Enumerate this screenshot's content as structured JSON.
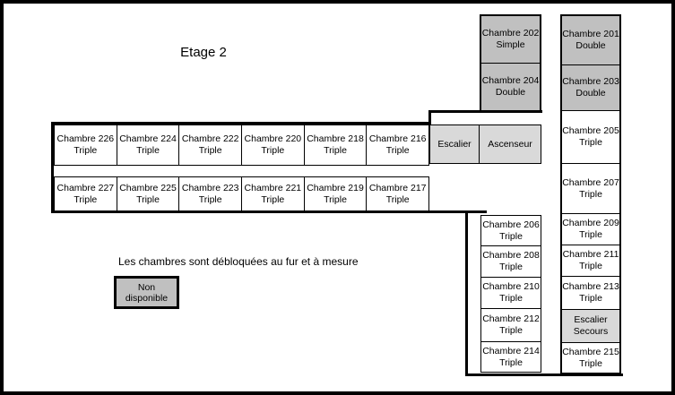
{
  "title": "Etage 2",
  "note": "Les chambres sont débloquées au fur et à mesure",
  "legend": {
    "label": "Non disponible"
  },
  "colors": {
    "unavailable": "#c0c0c0",
    "service": "#d9d9d9",
    "available": "#ffffff",
    "outline": "#000000"
  },
  "floor": {
    "top_block": {
      "cells": [
        {
          "line1": "Chambre 202",
          "line2": "Simple",
          "status": "unavailable"
        },
        {
          "line1": "Chambre 204",
          "line2": "Double",
          "status": "unavailable"
        }
      ]
    },
    "right_column": {
      "cells": [
        {
          "line1": "Chambre 201",
          "line2": "Double",
          "status": "unavailable"
        },
        {
          "line1": "Chambre 203",
          "line2": "Double",
          "status": "unavailable"
        },
        {
          "line1": "Chambre 205",
          "line2": "Triple",
          "status": "available"
        },
        {
          "line1": "Chambre 207",
          "line2": "Triple",
          "status": "available"
        },
        {
          "line1": "Chambre 209",
          "line2": "Triple",
          "status": "available"
        },
        {
          "line1": "Chambre 211",
          "line2": "Triple",
          "status": "available"
        },
        {
          "line1": "Chambre 213",
          "line2": "Triple",
          "status": "available"
        },
        {
          "line1": "Escalier",
          "line2": "Secours",
          "status": "service"
        },
        {
          "line1": "Chambre 215",
          "line2": "Triple",
          "status": "available"
        }
      ]
    },
    "row_top": {
      "cells": [
        {
          "line1": "Chambre 226",
          "line2": "Triple",
          "status": "available"
        },
        {
          "line1": "Chambre 224",
          "line2": "Triple",
          "status": "available"
        },
        {
          "line1": "Chambre 222",
          "line2": "Triple",
          "status": "available"
        },
        {
          "line1": "Chambre 220",
          "line2": "Triple",
          "status": "available"
        },
        {
          "line1": "Chambre 218",
          "line2": "Triple",
          "status": "available"
        },
        {
          "line1": "Chambre 216",
          "line2": "Triple",
          "status": "available"
        }
      ]
    },
    "service_row": {
      "cells": [
        {
          "line1": "Escalier",
          "status": "service"
        },
        {
          "line1": "Ascenseur",
          "status": "service"
        }
      ]
    },
    "row_bottom": {
      "cells": [
        {
          "line1": "Chambre 227",
          "line2": "Triple",
          "status": "available"
        },
        {
          "line1": "Chambre 225",
          "line2": "Triple",
          "status": "available"
        },
        {
          "line1": "Chambre 223",
          "line2": "Triple",
          "status": "available"
        },
        {
          "line1": "Chambre 221",
          "line2": "Triple",
          "status": "available"
        },
        {
          "line1": "Chambre 219",
          "line2": "Triple",
          "status": "available"
        },
        {
          "line1": "Chambre 217",
          "line2": "Triple",
          "status": "available"
        }
      ]
    },
    "mid_column": {
      "cells": [
        {
          "line1": "Chambre 206",
          "line2": "Triple",
          "status": "available"
        },
        {
          "line1": "Chambre 208",
          "line2": "Triple",
          "status": "available"
        },
        {
          "line1": "Chambre 210",
          "line2": "Triple",
          "status": "available"
        },
        {
          "line1": "Chambre 212",
          "line2": "Triple",
          "status": "available"
        },
        {
          "line1": "Chambre 214",
          "line2": "Triple",
          "status": "available"
        }
      ]
    }
  }
}
